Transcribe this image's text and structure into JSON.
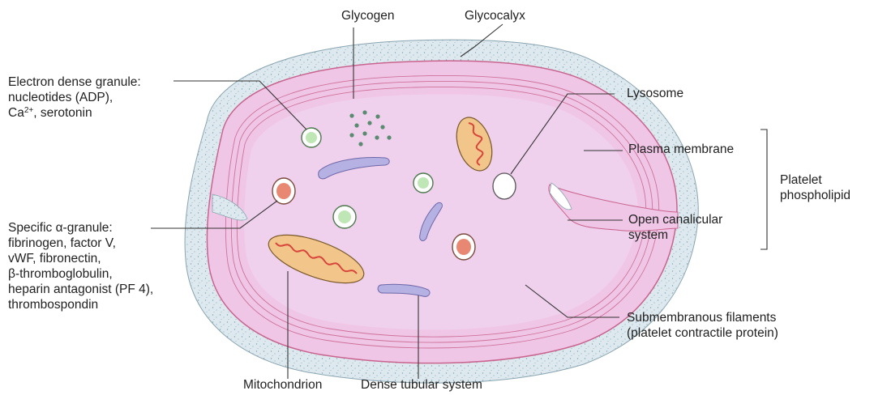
{
  "colors": {
    "glycocalyx": "#d6e6ec",
    "cytoplasm": "#f2c9ea",
    "inner_cytoplasm": "#efcfec",
    "filaments": "#c9648f",
    "mitochondrion_fill": "#f2c58a",
    "mitochondrion_crista": "#d8453a",
    "dense_tubular": "#b5b1e2",
    "dense_granule_core": "#bfe6b5",
    "alpha_granule_core": "#e98872",
    "glycogen": "#5a8a70",
    "line": "#333333"
  },
  "labels": {
    "glycogen": "Glycogen",
    "glycocalyx": "Glycocalyx",
    "electron_dense": {
      "line1": "Electron dense granule:",
      "line2": "nucleotides (ADP),",
      "line3_prefix": "Ca",
      "line3_sup": "2+",
      "line3_suffix": ", serotonin"
    },
    "lysosome": "Lysosome",
    "plasma_membrane": "Plasma membrane",
    "platelet_phospholipid": {
      "line1": "Platelet",
      "line2": "phospholipid"
    },
    "open_canalicular": {
      "line1": "Open canalicular",
      "line2": "system"
    },
    "specific_alpha": {
      "line1": "Specific α-granule:",
      "line2": "fibrinogen, factor V,",
      "line3": "vWF, fibronectin,",
      "line4": "β-thromboglobulin,",
      "line5": "heparin antagonist (PF 4),",
      "line6": "thrombospondin"
    },
    "submembranous": {
      "line1": "Submembranous filaments",
      "line2": "(platelet contractile protein)"
    },
    "mitochondrion": "Mitochondrion",
    "dense_tubular": "Dense tubular system"
  }
}
